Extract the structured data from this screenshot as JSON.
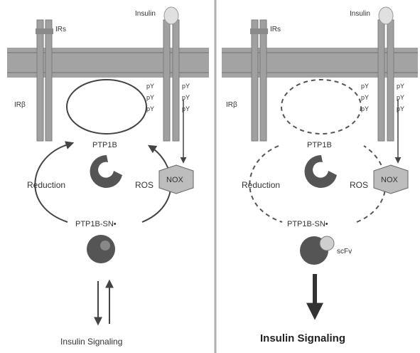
{
  "left_panel": {
    "ins_label": "Insulin",
    "irs_label": "IRs",
    "irs_alt_label": "IRβ",
    "py_labels": [
      "pY",
      "pY",
      "pY"
    ],
    "py_right_labels": [
      "pY",
      "pY",
      "pY"
    ],
    "enzyme_top": "PTP1B",
    "reduction": "Reduction",
    "ros": "ROS",
    "nox": "NOX",
    "enzyme_bottom": "PTP1B-SN•",
    "signaling": "Insulin Signaling"
  },
  "right_panel": {
    "ins_label": "Insulin",
    "irs_label": "IRs",
    "irs_alt_label": "IRβ",
    "py_labels": [
      "pY",
      "pY",
      "pY"
    ],
    "py_right_labels": [
      "pY",
      "pY",
      "pY"
    ],
    "enzyme_top": "PTP1B",
    "reduction": "Reduction",
    "ros": "ROS",
    "nox": "NOX",
    "enzyme_bottom": "PTP1B-SN•",
    "inhibitor": "scFv",
    "signaling": "Insulin Signaling"
  },
  "colors": {
    "membrane": "#9a9a9a",
    "receptor": "#9d9d9d",
    "enzyme_dark": "#555555",
    "line": "#444444"
  }
}
